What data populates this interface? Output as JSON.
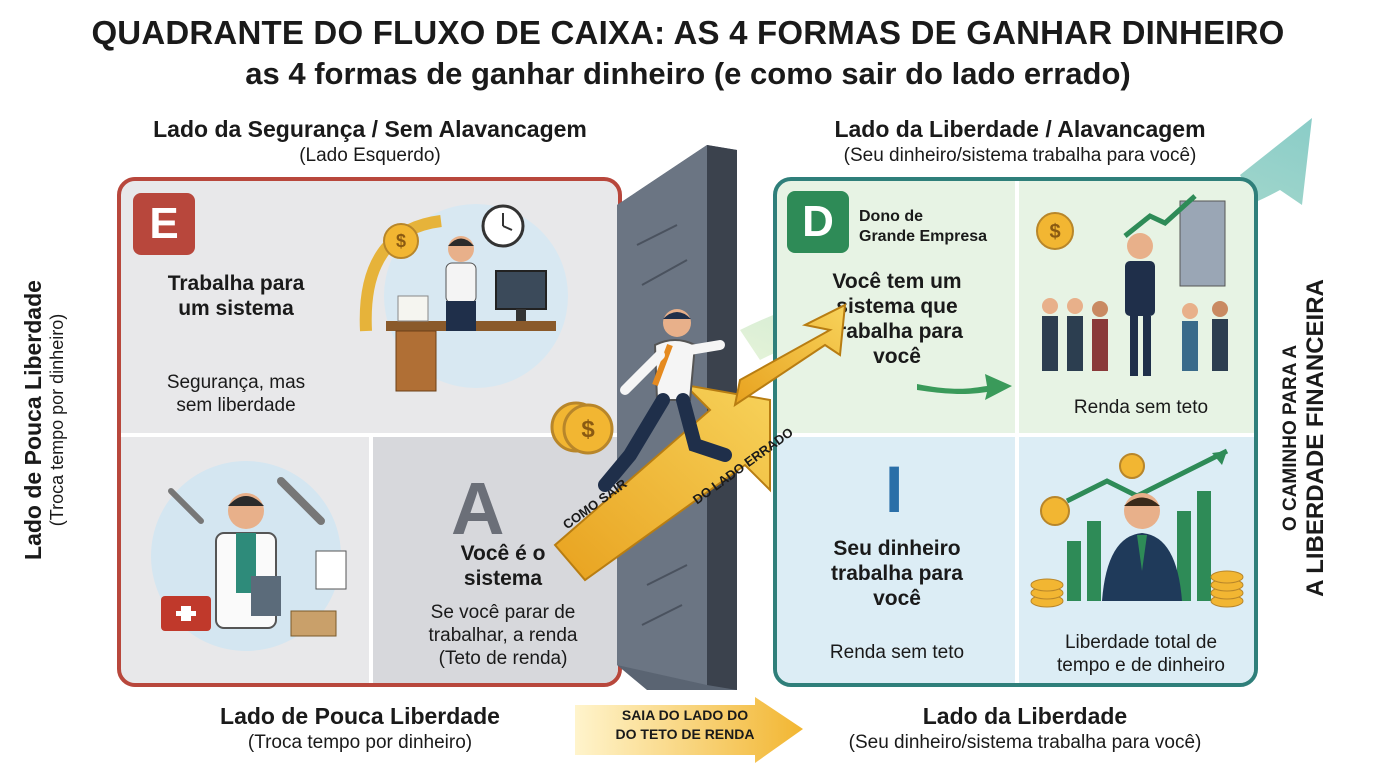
{
  "title": {
    "line1": "QUADRANTE DO FLUXO DE CAIXA: AS 4 FORMAS DE GANHAR DINHEIRO",
    "line2": "as 4 formas de ganhar dinheiro (e como sair do lado errado)"
  },
  "left_side": {
    "heading": "Lado da Segurança / Sem Alavancagem",
    "sub": "(Lado Esquerdo)"
  },
  "right_side": {
    "heading": "Lado da Liberdade / Alavancagem",
    "sub": "(Seu dinheiro/sistema trabalha para você)"
  },
  "vertical_left": {
    "heading": "Lado de Pouca Liberdade",
    "sub": "(Troca tempo por dinheiro)"
  },
  "vertical_right": {
    "line1": "O CAMINHO PARA A",
    "line2": "A LIBERDADE FINANCEIRA"
  },
  "quadrants": {
    "E": {
      "letter": "E",
      "text": "Trabalha para\num sistema",
      "note": "Segurança, mas\nsem liberdade"
    },
    "A": {
      "letter": "A",
      "text": "Você é o\nsistema",
      "note": "Se você parar de\ntrabalhar, a renda\n(Teto de renda)"
    },
    "D": {
      "letter": "D",
      "label": "Dono de\nGrande Empresa",
      "text": "Você tem um\nsistema que\ntrabalha para\nvocê",
      "note": "Renda sem teto"
    },
    "I": {
      "letter": "I",
      "text": "Seu dinheiro\ntrabalha para\nvocê",
      "note": "Renda sem teto",
      "note2": "Liberdade total de\ntempo e de dinheiro"
    }
  },
  "arrow_labels": {
    "part1": "COMO SAIR",
    "part2": "DO LADO ERRADO"
  },
  "bottom": {
    "left": {
      "heading": "Lado de Pouca Liberdade",
      "sub": "(Troca tempo por dinheiro)"
    },
    "middle": "SAIA DO LADO DO\nDO TETO DE RENDA",
    "right": {
      "heading": "Lado da Liberdade",
      "sub": "(Seu dinheiro/sistema trabalha para você)"
    }
  },
  "colors": {
    "red": "#b8473c",
    "teal": "#2f7f7a",
    "green": "#2e8b57",
    "blue": "#2a6fa8",
    "gold": "#f2b632"
  },
  "icons": [
    "coin-icon",
    "stopwatch-icon",
    "office-worker-icon",
    "doctor-icon",
    "tools-icon",
    "toolbox-icon",
    "building-icon",
    "businessman-icon",
    "team-icon",
    "investor-icon",
    "growth-chart-icon",
    "running-man-icon",
    "brick-wall-icon"
  ]
}
